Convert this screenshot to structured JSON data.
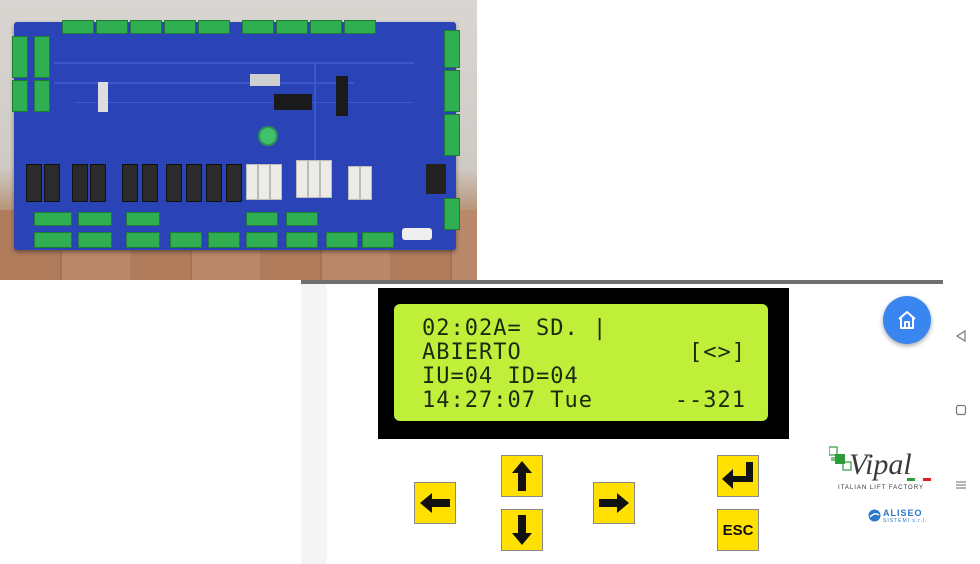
{
  "lcd": {
    "line1": "02:02A= SD. |",
    "line2_left": "ABIERTO",
    "line2_right": "[<>]",
    "line3": "IU=04 ID=04",
    "line4_left": "14:27:07 Tue",
    "line4_right": "--321"
  },
  "keys": {
    "left": "left-arrow-icon",
    "up": "up-arrow-icon",
    "down": "down-arrow-icon",
    "right": "right-arrow-icon",
    "enter": "enter-icon",
    "esc_label": "ESC"
  },
  "branding": {
    "vipal_name": "Vipal",
    "vipal_tagline": "ITALIAN LIFT FACTORY",
    "aliseo_name": "ALISEO",
    "aliseo_sub": "SISTEMI s.r.l."
  },
  "nav": {
    "back": "back-triangle-icon",
    "home": "home-circle-icon",
    "recents": "menu-lines-icon"
  },
  "colors": {
    "lcd_background": "#c0ef3a",
    "lcd_text": "#1d2a10",
    "key_yellow": "#ffe000",
    "home_button": "#3a86f0",
    "pcb_blue": "#2a44b8"
  }
}
